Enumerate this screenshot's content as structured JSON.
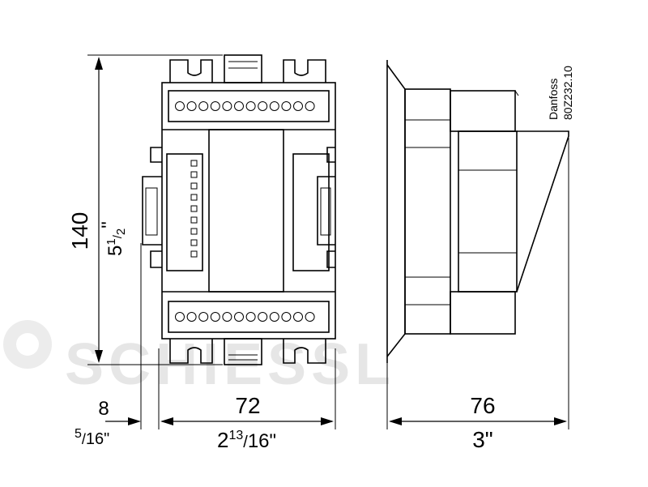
{
  "watermark": {
    "text": "SCHIESSL"
  },
  "dimensions": {
    "height_mm": "140",
    "height_in_whole": "5",
    "height_in_num": "1",
    "height_in_den": "2",
    "height_in_mark": "\"",
    "width_mm": "72",
    "width_in_whole": "2",
    "width_in_num": "13",
    "width_in_den": "16\"",
    "rail_mm": "8",
    "rail_in_num": "5",
    "rail_in_den": "16\"",
    "depth_mm": "76",
    "depth_in": "3\""
  },
  "label": {
    "brand": "Danfoss",
    "code": "80Z232.10"
  },
  "terminals": {
    "top_count": 12,
    "bottom_count": 12,
    "led_count": 9
  }
}
